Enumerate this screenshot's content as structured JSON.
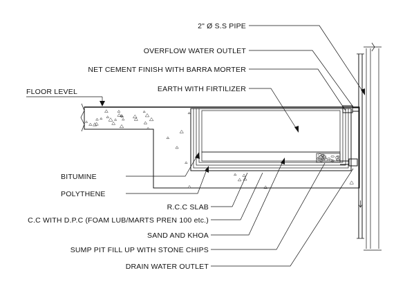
{
  "labels": {
    "ss_pipe": "2\" Ø S.S PIPE",
    "overflow": "OVERFLOW  WATER  OUTLET",
    "cement_finish": "NET CEMENT FINISH WITH BARRA MORTER",
    "earth": "EARTH WITH FIRTILIZER",
    "floor_level": "FLOOR LEVEL",
    "bitumine": "BITUMINE",
    "polythene": "POLYTHENE",
    "rcc_slab": "R.C.C SLAB",
    "cc_dpc": "C.C WITH D.P.C (FOAM LUB/MARTS PREN 100 etc.)",
    "sand_khoa": "SAND AND KHOA",
    "sump_pit": "SUMP PIT FILL UP WITH STONE CHIPS",
    "drain": "DRAIN  WATER  OUTLET"
  },
  "colors": {
    "ink": "#111111",
    "background": "#ffffff"
  }
}
